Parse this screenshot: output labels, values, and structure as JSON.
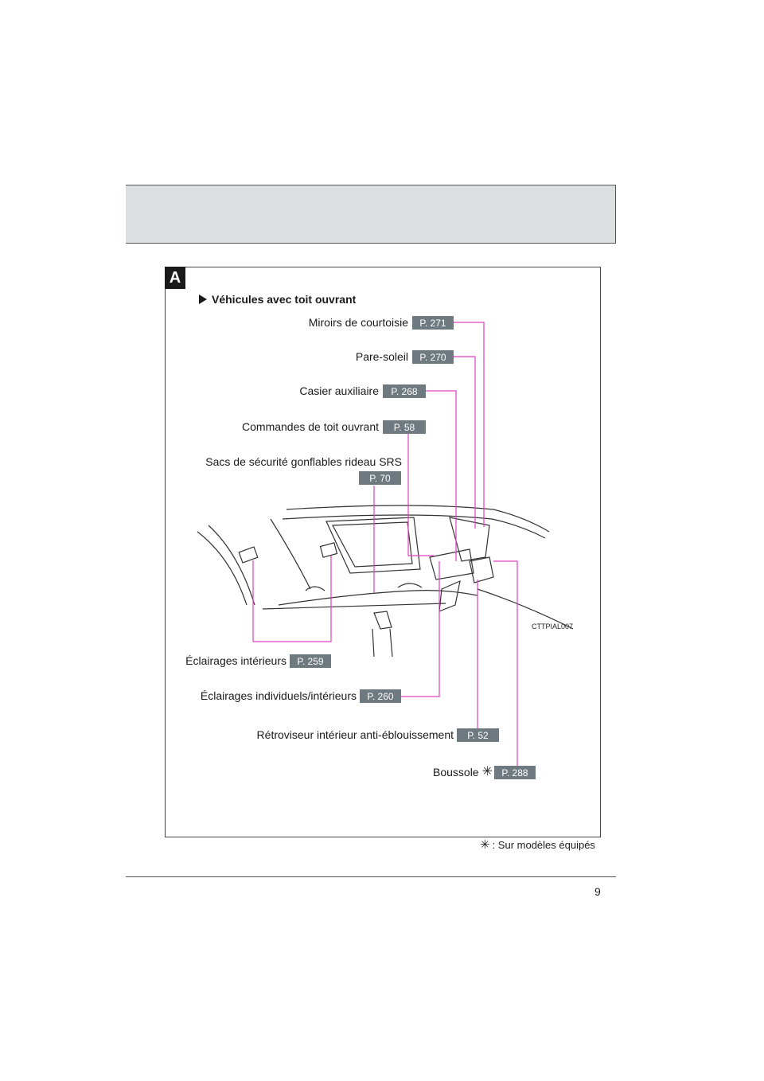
{
  "section": {
    "letter": "A",
    "heading": "Véhicules avec toit ouvrant"
  },
  "callouts": [
    {
      "id": "miroirs",
      "label": "Miroirs de courtoisie",
      "page": "P. 271"
    },
    {
      "id": "pare-soleil",
      "label": "Pare-soleil",
      "page": "P. 270"
    },
    {
      "id": "casier",
      "label": "Casier auxiliaire",
      "page": "P. 268"
    },
    {
      "id": "commandes",
      "label": "Commandes de toit ouvrant",
      "page": "P. 58"
    },
    {
      "id": "sacs",
      "label": "Sacs de sécurité gonflables rideau SRS",
      "page": "P. 70"
    },
    {
      "id": "eclairages",
      "label": "Éclairages intérieurs",
      "page": "P. 259"
    },
    {
      "id": "individuels",
      "label": "Éclairages individuels/intérieurs",
      "page": "P. 260"
    },
    {
      "id": "retroviseur",
      "label": "Rétroviseur intérieur anti-éblouissement",
      "page": "P. 52"
    },
    {
      "id": "boussole",
      "label": "Boussole",
      "page": "P. 288"
    }
  ],
  "image_code": "CTTPIAL007",
  "footnote": ": Sur modèles équipés",
  "page_number": "9",
  "leader_color": "#e040c0"
}
